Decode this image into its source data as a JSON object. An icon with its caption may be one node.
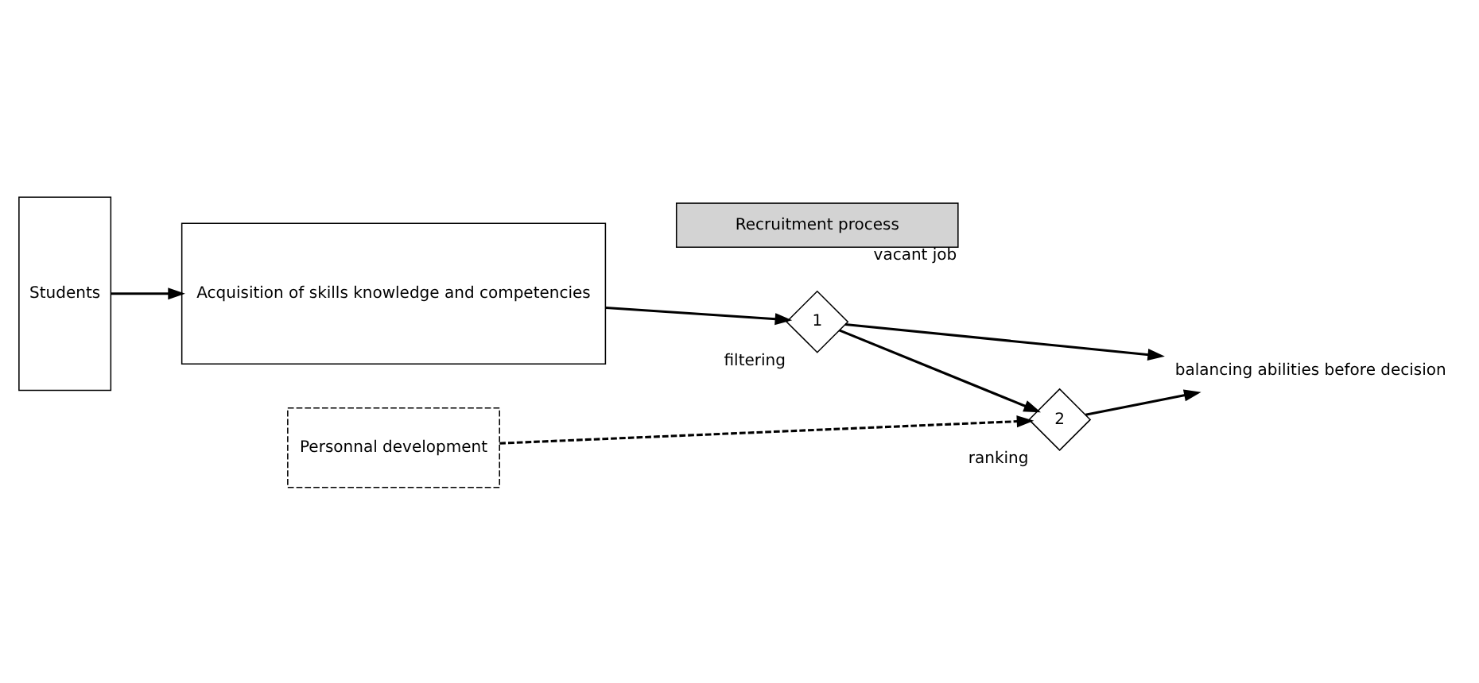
{
  "diagram": {
    "nodes": [
      {
        "text": [
          "Students"
        ]
      },
      {
        "text": [
          "Acquisition of skills knowledge and competencies"
        ]
      },
      {
        "text": [
          "Personnal development"
        ]
      },
      {
        "text": [
          "Recruitment process"
        ],
        "beside": [
          "vacant job"
        ]
      },
      {
        "text": [
          "1"
        ],
        "beside": [
          "filtering"
        ]
      },
      {
        "text": [
          "2"
        ],
        "beside": [
          "ranking"
        ]
      },
      {
        "text": [
          "balancing abilities before decision"
        ]
      }
    ],
    "edges": [
      {
        "from": 0,
        "to": 1,
        "arrow": "to"
      },
      {
        "from": 1,
        "to": 4,
        "arrow": "to"
      },
      {
        "from": 4,
        "to": 5,
        "arrow": "to"
      },
      {
        "from": 2,
        "to": 5,
        "arrow": "to",
        "style": "dashed"
      },
      {
        "from": 4,
        "to": 6,
        "arrow": "to"
      },
      {
        "from": 5,
        "to": 6,
        "arrow": "to"
      }
    ]
  }
}
